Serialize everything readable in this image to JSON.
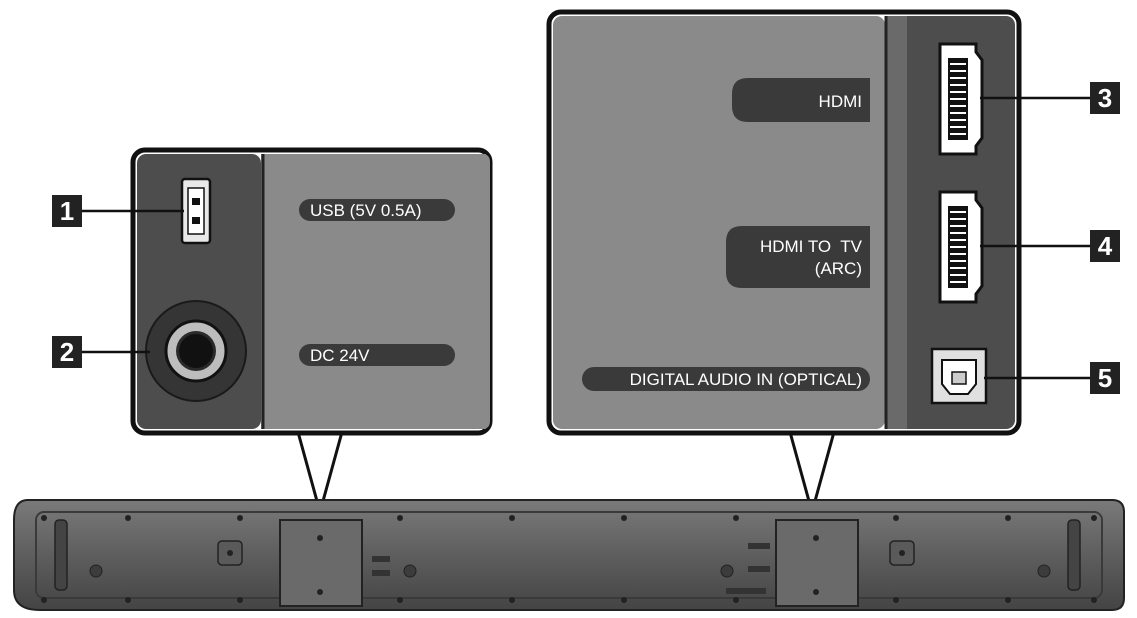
{
  "callouts": [
    {
      "number": "1"
    },
    {
      "number": "2"
    },
    {
      "number": "3"
    },
    {
      "number": "4"
    },
    {
      "number": "5"
    }
  ],
  "labels": {
    "usb": "USB (5V 0.5A)",
    "dc": "DC 24V",
    "hdmi": "HDMI",
    "hdmi_tv_line1": "HDMI TO  TV",
    "hdmi_tv_line2": "(ARC)",
    "optical": "DIGITAL AUDIO IN (OPTICAL)"
  },
  "colors": {
    "panel_dark": "#4a4a4a",
    "panel_mid": "#6c6c6c",
    "panel_light": "#8c8c8c",
    "label_pill": "#3a3a3a",
    "callout_box": "#222222",
    "bar_body": "#5a5a5a"
  }
}
